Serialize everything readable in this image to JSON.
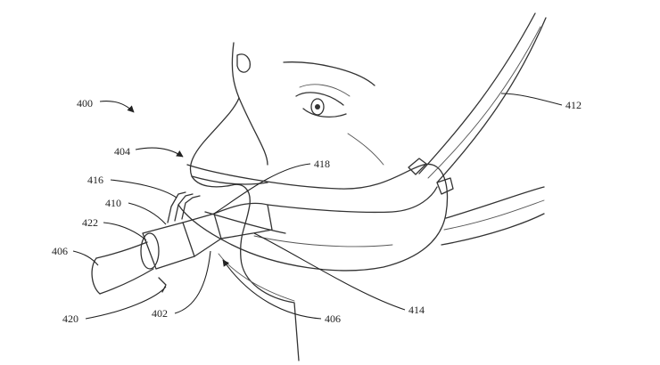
{
  "labels": {
    "l400": "400",
    "l404": "404",
    "l416": "416",
    "l410": "410",
    "l422": "422",
    "l406a": "406",
    "l420": "420",
    "l402": "402",
    "l406b": "406",
    "l414": "414",
    "l418": "418",
    "l412": "412"
  },
  "colors": {
    "line": "#333333",
    "text": "#222222",
    "background": "#ffffff"
  }
}
